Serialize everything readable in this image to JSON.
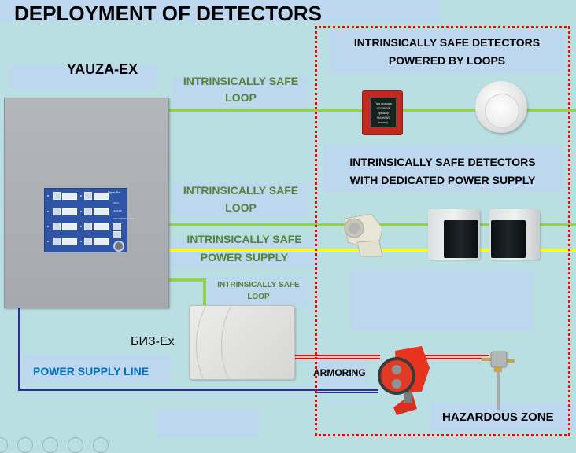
{
  "title": "DEPLOYMENT OF DETECTORS",
  "controller": {
    "name": "YAUZA-EX",
    "panel": {
      "brand": "Яуза-Ех",
      "indicators": [
        "СЕТЬ",
        "РЕЗЕРВ",
        "НЕИСПРАВНОСТЬ"
      ],
      "zone_numbers": [
        "1",
        "2",
        "3",
        "4",
        "5",
        "6",
        "7",
        "8"
      ]
    }
  },
  "labels": {
    "loop_1": {
      "line1": "INTRINSICALLY SAFE",
      "line2": "LOOP"
    },
    "loop_2": {
      "line1": "INTRINSICALLY SAFE",
      "line2": "LOOP"
    },
    "power_supply": {
      "line1": "INTRINSICALLY SAFE",
      "line2": "POWER SUPPLY"
    },
    "loop_3": {
      "line1": "INTRINSICALLY SAFE",
      "line2": "LOOP"
    },
    "power_supply_line": "POWER SUPPLY LINE",
    "barrier": "БИЗ-Ех",
    "armoring": "ARMORING",
    "hazardous_zone": "HAZARDOUS ZONE"
  },
  "groups": {
    "loop_powered": {
      "line1": "INTRINSICALLY SAFE DETECTORS",
      "line2": "POWERED BY  LOOPS"
    },
    "dedicated_power": {
      "line1": "INTRINSICALLY SAFE DETECTORS",
      "line2": "WITH DEDICATED POWER SUPPLY"
    }
  },
  "devices": {
    "manual_call_point": {
      "icon": "manual-call-point-icon",
      "text": [
        "При пожаре",
        "ОТКРОЙ",
        "крышку",
        "НАЖМИ",
        "кнопку"
      ]
    },
    "smoke_detector": {
      "icon": "smoke-detector-icon"
    },
    "flame_detector": {
      "icon": "flame-detector-icon"
    },
    "beam_detector_transmitter": {
      "icon": "beam-detector-icon"
    },
    "beam_detector_receiver": {
      "icon": "beam-detector-icon"
    },
    "explosion_proof_detector": {
      "icon": "explosion-proof-flame-detector-icon"
    },
    "thermal_probe": {
      "icon": "thermal-probe-icon"
    }
  },
  "colors": {
    "loop_line": "#92d050",
    "power_line": "#ffff00",
    "supply_line": "#2e3192",
    "armored_line": "#ff0000",
    "zone_border": "#ff0000",
    "label_green": "#548235",
    "label_blue": "#0070c0",
    "label_bg": "#bdd7ee",
    "background": "#b9dfe2"
  }
}
